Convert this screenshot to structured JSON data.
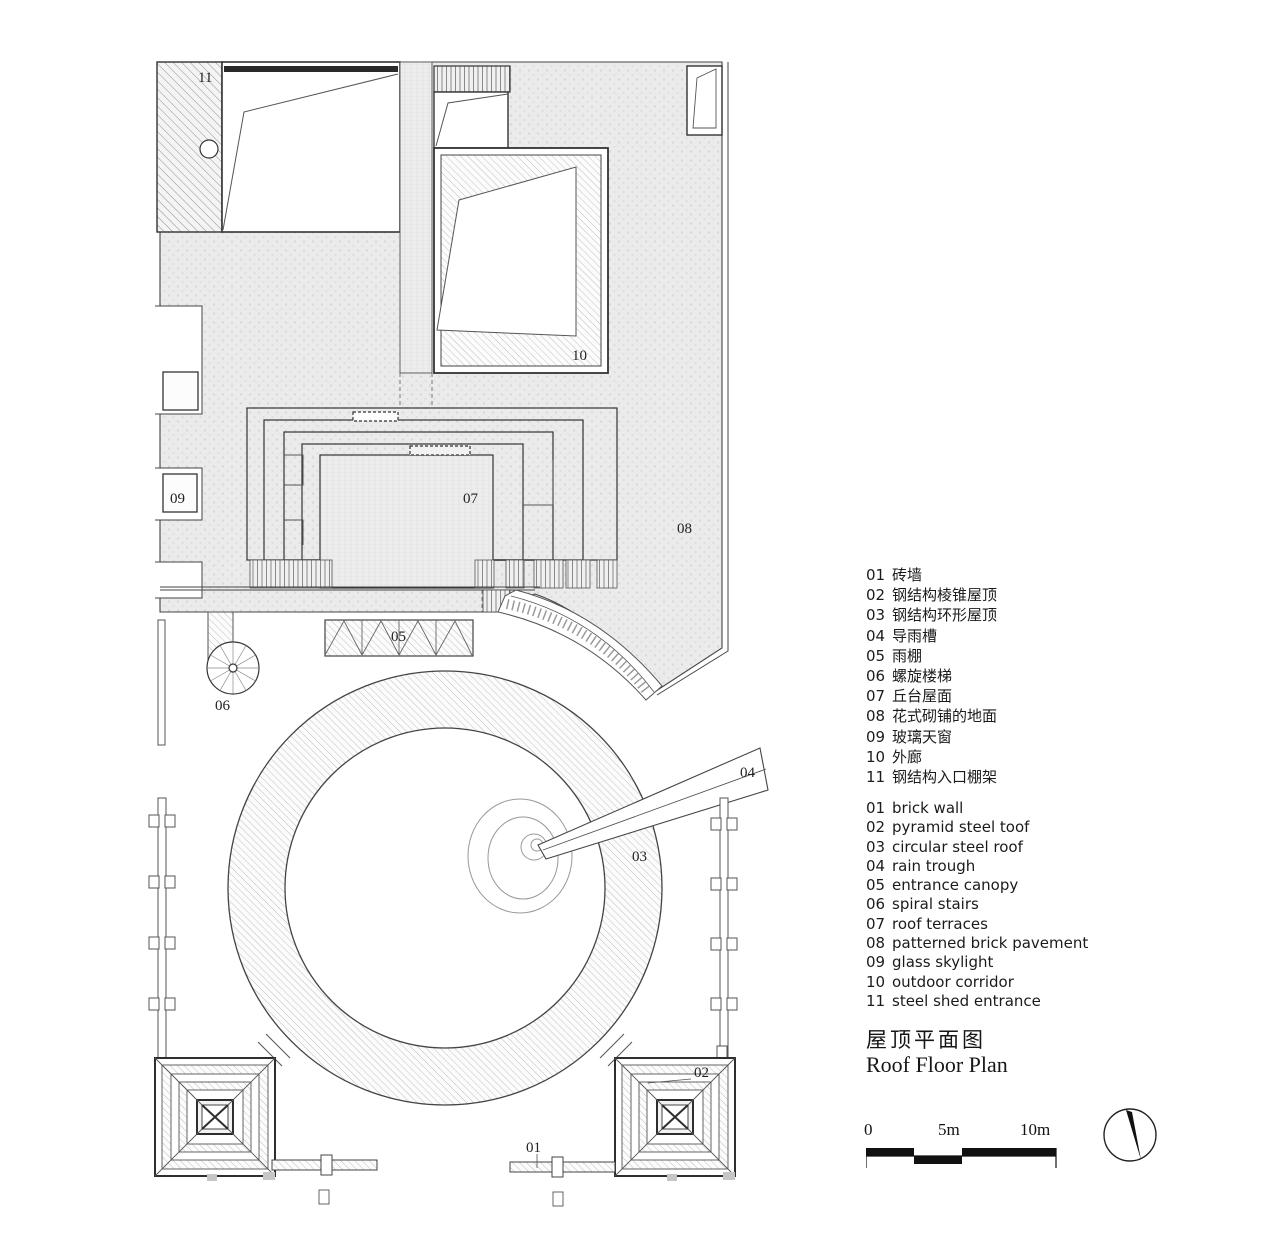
{
  "plan": {
    "labels": {
      "l01": "01",
      "l02": "02",
      "l03": "03",
      "l04": "04",
      "l05": "05",
      "l06": "06",
      "l07": "07",
      "l08": "08",
      "l09": "09",
      "l10": "10",
      "l11": "11"
    }
  },
  "legend_cn": {
    "items": [
      {
        "num": "01",
        "text": "砖墙"
      },
      {
        "num": "02",
        "text": "钢结构棱锥屋顶"
      },
      {
        "num": "03",
        "text": "钢结构环形屋顶"
      },
      {
        "num": "04",
        "text": "导雨槽"
      },
      {
        "num": "05",
        "text": "雨棚"
      },
      {
        "num": "06",
        "text": "螺旋楼梯"
      },
      {
        "num": "07",
        "text": "丘台屋面"
      },
      {
        "num": "08",
        "text": "花式砌铺的地面"
      },
      {
        "num": "09",
        "text": "玻璃天窗"
      },
      {
        "num": "10",
        "text": "外廊"
      },
      {
        "num": "11",
        "text": "钢结构入口棚架"
      }
    ]
  },
  "legend_en": {
    "items": [
      {
        "num": "01",
        "text": "brick wall"
      },
      {
        "num": "02",
        "text": "pyramid steel toof"
      },
      {
        "num": "03",
        "text": "circular steel roof"
      },
      {
        "num": "04",
        "text": "rain trough"
      },
      {
        "num": "05",
        "text": "entrance canopy"
      },
      {
        "num": "06",
        "text": "spiral stairs"
      },
      {
        "num": "07",
        "text": "roof terraces"
      },
      {
        "num": "08",
        "text": "patterned brick pavement"
      },
      {
        "num": "09",
        "text": "glass skylight"
      },
      {
        "num": "10",
        "text": "outdoor corridor"
      },
      {
        "num": "11",
        "text": "steel shed entrance"
      }
    ]
  },
  "title": {
    "cn": "屋顶平面图",
    "en": "Roof Floor Plan"
  },
  "scale_bar": {
    "t0": "0",
    "t5": "5m",
    "t10": "10m"
  },
  "colors": {
    "line": "#3a3a3a",
    "pavement": "#ebebeb",
    "hatch": "#b5b5b5"
  }
}
